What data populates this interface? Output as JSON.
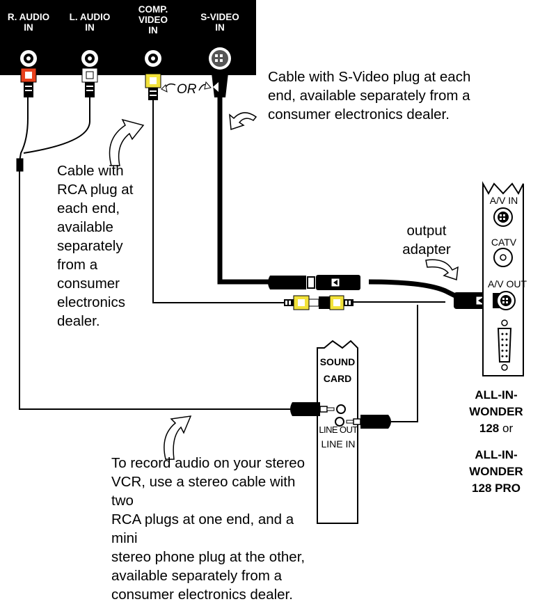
{
  "vcr_panel": {
    "jacks": [
      {
        "label_lines": [
          "R. AUDIO",
          "IN"
        ],
        "color": "#e8401c"
      },
      {
        "label_lines": [
          "L. AUDIO",
          "IN"
        ],
        "color": "#ffffff"
      },
      {
        "label_lines": [
          "COMP.",
          "VIDEO",
          "IN"
        ],
        "color": "#f2e23a"
      },
      {
        "label_lines": [
          "S-VIDEO",
          "IN"
        ],
        "color": "#000000"
      }
    ],
    "or_label": "OR"
  },
  "captions": {
    "svideo_cable": [
      "Cable with S-Video plug at each",
      "end, available separately from a",
      "consumer electronics dealer."
    ],
    "rca_cable": [
      "Cable with",
      "RCA plug at",
      "each end,",
      "available",
      "separately",
      "from a",
      "consumer",
      "electronics",
      "dealer."
    ],
    "output_adapter": [
      "output",
      "adapter"
    ],
    "stereo_cable": [
      "To record audio on your stereo",
      "VCR, use a stereo cable with two",
      "RCA plugs at one end, and a mini",
      "stereo phone plug at the other,",
      "available separately from a",
      "consumer electronics dealer."
    ]
  },
  "aiw_card": {
    "ports": {
      "av_in": "A/V IN",
      "catv": "CATV",
      "av_out": "A/V OUT"
    },
    "product_names": {
      "first": [
        "ALL-IN-",
        "WONDER",
        "128"
      ],
      "connector": "or",
      "second": [
        "ALL-IN-",
        "WONDER",
        "128 PRO"
      ]
    }
  },
  "sound_card": {
    "title": [
      "SOUND",
      "CARD"
    ],
    "line_out": "LINE OUT",
    "line_in": "LINE IN"
  },
  "colors": {
    "panel": "#000000",
    "red_plug": "#e8401c",
    "yellow_plug": "#f2e23a",
    "cable": "#000000"
  }
}
